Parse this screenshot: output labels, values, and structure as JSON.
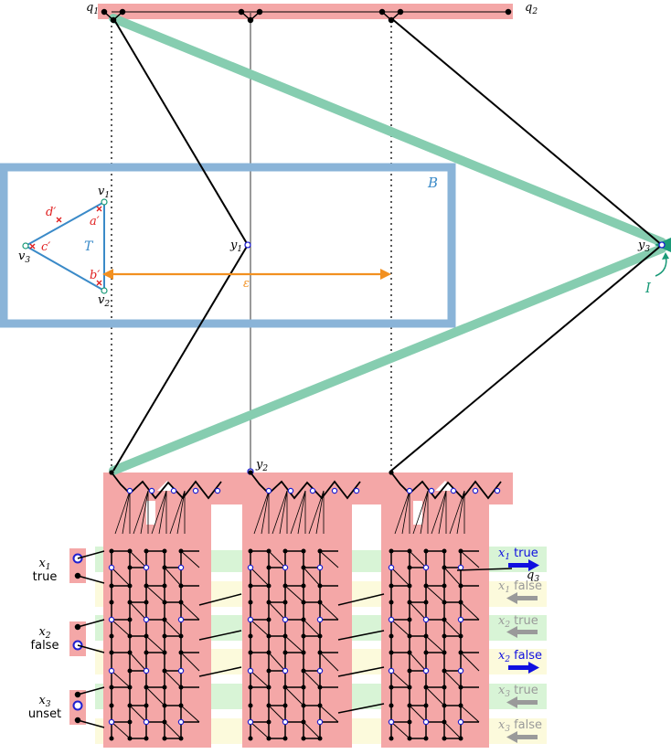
{
  "colors": {
    "pink": "#f4a7a7",
    "blue_frame": "#8ab4d8",
    "teal": "#86cdb0",
    "teal_dark": "#1a9a78",
    "orange": "#f29020",
    "red_mark": "#e02020",
    "triangle": "#3a8ac8",
    "var_true": "#1010e0",
    "var_grey": "#9a9a9a",
    "green_band": "#d8f4d6",
    "yellow_band": "#fcfadc",
    "node_blue": "#2020d0"
  },
  "labels": {
    "q1": "q",
    "q1_sub": "1",
    "q2": "q",
    "q2_sub": "2",
    "q3": "q",
    "q3_sub": "3",
    "y1": "y",
    "y1_sub": "1",
    "y2": "y",
    "y2_sub": "2",
    "y3": "y",
    "y3_sub": "3",
    "B": "B",
    "T": "T",
    "I": "I",
    "epsilon": "ε",
    "v1": "v",
    "v1_sub": "1",
    "v2": "v",
    "v2_sub": "2",
    "v3": "v",
    "v3_sub": "3",
    "a": "a′",
    "b": "b′",
    "c": "c′",
    "d": "d′"
  },
  "variables": [
    {
      "name": "x",
      "sub": "1",
      "state": "true"
    },
    {
      "name": "x",
      "sub": "2",
      "state": "false"
    },
    {
      "name": "x",
      "sub": "3",
      "state": "unset"
    }
  ],
  "arrows": [
    {
      "var": "x",
      "sub": "1",
      "word": "true",
      "active": true
    },
    {
      "var": "x",
      "sub": "1",
      "word": "false",
      "active": false
    },
    {
      "var": "x",
      "sub": "2",
      "word": "true",
      "active": false
    },
    {
      "var": "x",
      "sub": "2",
      "word": "false",
      "active": true
    },
    {
      "var": "x",
      "sub": "3",
      "word": "true",
      "active": false
    },
    {
      "var": "x",
      "sub": "3",
      "word": "false",
      "active": false
    }
  ]
}
